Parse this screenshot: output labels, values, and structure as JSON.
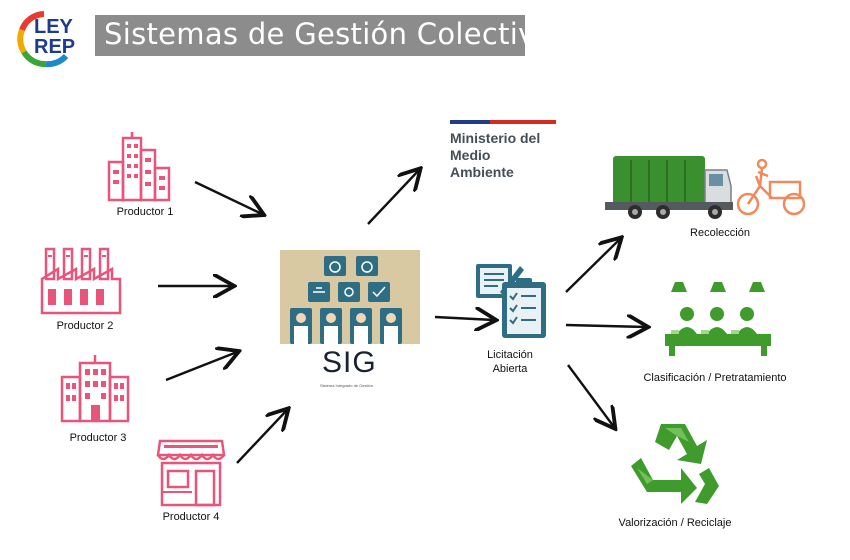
{
  "header": {
    "logo_line1": "LEY",
    "logo_line2": "REP",
    "title": "Sistemas de Gestión Colectivos"
  },
  "producers": [
    {
      "label": "Productor 1",
      "icon": "city-buildings-icon"
    },
    {
      "label": "Productor 2",
      "icon": "factory-icon"
    },
    {
      "label": "Productor 3",
      "icon": "office-building-icon"
    },
    {
      "label": "Productor 4",
      "icon": "store-icon"
    }
  ],
  "sig": {
    "label": "SIG",
    "sublabel": "Sistema Integrado de Gestión"
  },
  "ministry": {
    "line1": "Ministerio del",
    "line2": "Medio",
    "line3": "Ambiente"
  },
  "tender": {
    "line1": "Licitación",
    "line2": "Abierta",
    "icon": "clipboard-checklist-icon"
  },
  "outcomes": [
    {
      "label": "Recolección",
      "icon": "garbage-truck-icon"
    },
    {
      "label": "Clasificación / Pretratamiento",
      "icon": "sorting-line-icon"
    },
    {
      "label": "Valorización / Reciclaje",
      "icon": "recycle-icon"
    }
  ],
  "colors": {
    "title_bg": "#8c8c8c",
    "producer_pink": "#e8557a",
    "recycle_green": "#3e9b2c",
    "sig_blue": "#2e6e84",
    "ministry_blue": "#1f3c88",
    "ministry_red": "#d52b1e"
  }
}
